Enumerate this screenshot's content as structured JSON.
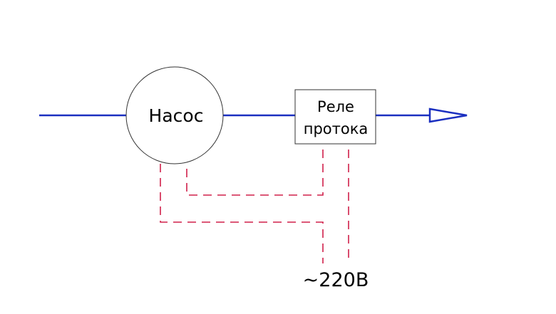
{
  "labels": {
    "pump": "Насос",
    "relay_line1": "Реле",
    "relay_line2": "протока",
    "power": "~220В"
  },
  "colors": {
    "pipe": "#1a2fc0",
    "wire": "#d0204a",
    "outline": "#333333"
  }
}
